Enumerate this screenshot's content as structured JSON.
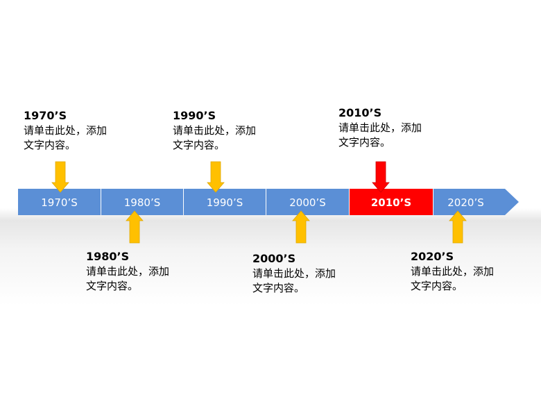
{
  "colors": {
    "segment": "#5b8fd6",
    "active_segment": "#ff0000",
    "arrow": "#ffc000",
    "active_arrow": "#ff0000"
  },
  "timeline": {
    "segments": [
      {
        "label": "1970’S",
        "active": false
      },
      {
        "label": "1980’S",
        "active": false
      },
      {
        "label": "1990’S",
        "active": false
      },
      {
        "label": "2000’S",
        "active": false
      },
      {
        "label": "2010’S",
        "active": true
      },
      {
        "label": "2020’S",
        "active": false
      }
    ]
  },
  "notes": [
    {
      "year": "1970’S",
      "line1": "请单击此处，添加",
      "line2": "文字内容。",
      "position": "above"
    },
    {
      "year": "1980’S",
      "line1": "请单击此处，添加",
      "line2": "文字内容。",
      "position": "below"
    },
    {
      "year": "1990’S",
      "line1": "请单击此处，添加",
      "line2": "文字内容。",
      "position": "above"
    },
    {
      "year": "2000’S",
      "line1": "请单击此处，添加",
      "line2": "文字内容。",
      "position": "below"
    },
    {
      "year": "2010’S",
      "line1": "请单击此处，添加",
      "line2": "文字内容。",
      "position": "above"
    },
    {
      "year": "2020’S",
      "line1": "请单击此处，添加",
      "line2": "文字内容。",
      "position": "below"
    }
  ]
}
